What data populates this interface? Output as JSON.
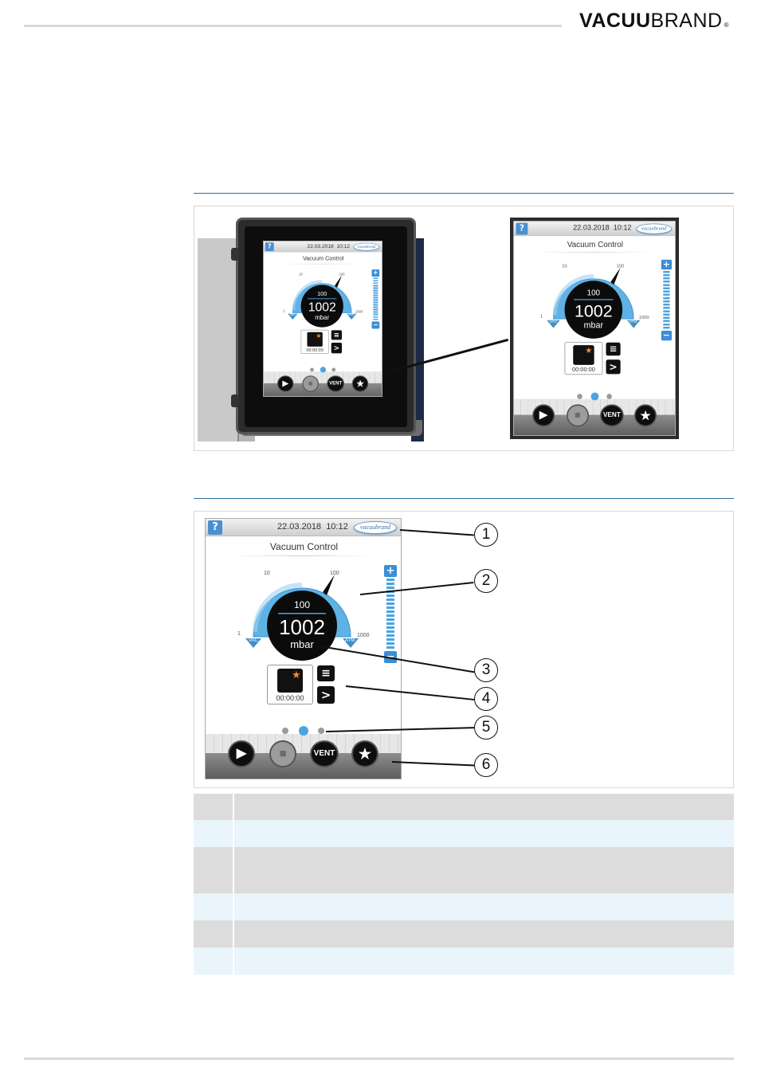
{
  "brand": {
    "bold": "VACUU",
    "light": "BRAND",
    "reg": "®"
  },
  "screen": {
    "help": "?",
    "date": "22.03.2018",
    "time": "10:12",
    "logo": "vacuubrand",
    "title": "Vacuum Control",
    "gauge": {
      "setpoint": "100",
      "reading": "1002",
      "unit": "mbar",
      "tick_left": "1",
      "tick_10": "10",
      "tick_100": "100",
      "tick_right": "1000",
      "vac": "VAC",
      "atm": "ATM"
    },
    "scale_plus": "+",
    "scale_minus": "−",
    "chart_time": "00:00:00",
    "menu_glyph": "≡",
    "next_glyph": ">",
    "buttons": {
      "play": "▶",
      "stop": "■",
      "vent": "VENT",
      "favorite": "★"
    }
  },
  "callouts": [
    "1",
    "2",
    "3",
    "4",
    "5",
    "6"
  ],
  "legend_rows": 6
}
